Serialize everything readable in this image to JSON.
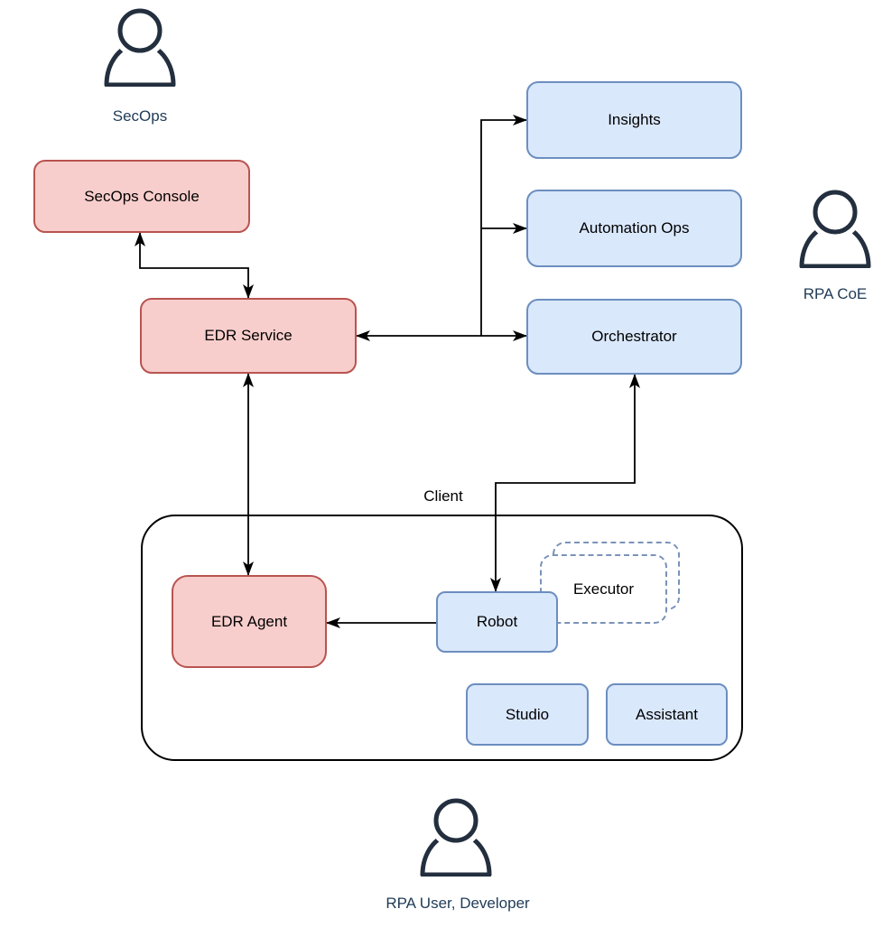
{
  "diagram_type": "architecture-diagram",
  "actors": {
    "secops": {
      "label": "SecOps"
    },
    "rpa_coe": {
      "label": "RPA CoE"
    },
    "rpa_user": {
      "label": "RPA User, Developer"
    }
  },
  "nodes": {
    "secops_console": {
      "label": "SecOps Console"
    },
    "edr_service": {
      "label": "EDR Service"
    },
    "insights": {
      "label": "Insights"
    },
    "automation_ops": {
      "label": "Automation Ops"
    },
    "orchestrator": {
      "label": "Orchestrator"
    },
    "client_group": {
      "label": "Client"
    },
    "edr_agent": {
      "label": "EDR Agent"
    },
    "robot": {
      "label": "Robot"
    },
    "executor": {
      "label": "Executor"
    },
    "studio": {
      "label": "Studio"
    },
    "assistant": {
      "label": "Assistant"
    }
  },
  "colors": {
    "security_fill": "#f8cecc",
    "security_border": "#b85450",
    "platform_fill": "#dae8fc",
    "platform_border": "#6c8ebf",
    "executor_dash": "#7a93b8",
    "actor_stroke": "#232f3e",
    "actor_label_text": "#1f3b57",
    "node_text": "#000000",
    "connector": "#000000",
    "background": "#ffffff"
  }
}
